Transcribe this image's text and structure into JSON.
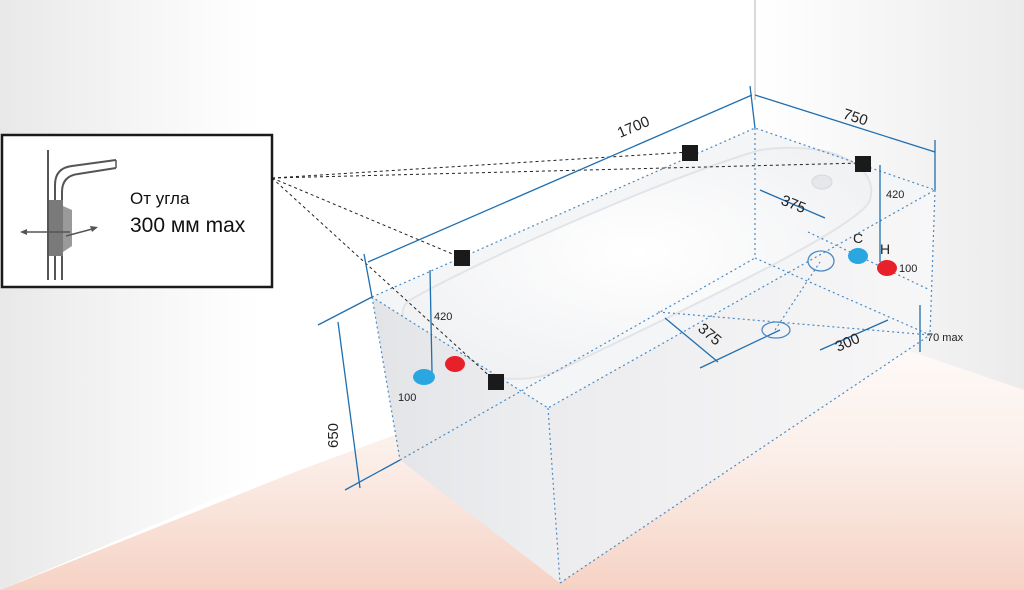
{
  "inset": {
    "line1": "От угла",
    "line2": "300 мм max"
  },
  "dimensions": {
    "length": "1700",
    "width": "750",
    "height": "650",
    "drain_offset_a": "375",
    "drain_offset_b": "375",
    "drain_offset_c": "300",
    "pipe_height_left": "420",
    "pipe_height_right": "420",
    "pipe_spacing_left": "100",
    "pipe_spacing_right": "100",
    "floor_clearance": "70 max"
  },
  "pipes": {
    "cold_label": "C",
    "hot_label": "H",
    "cold_color": "#2aa7e0",
    "hot_color": "#e8202a"
  },
  "colors": {
    "dimension_line": "#1f6fb0",
    "guide_line": "#4a8ac4",
    "mount_marker": "#1a1a1a"
  }
}
